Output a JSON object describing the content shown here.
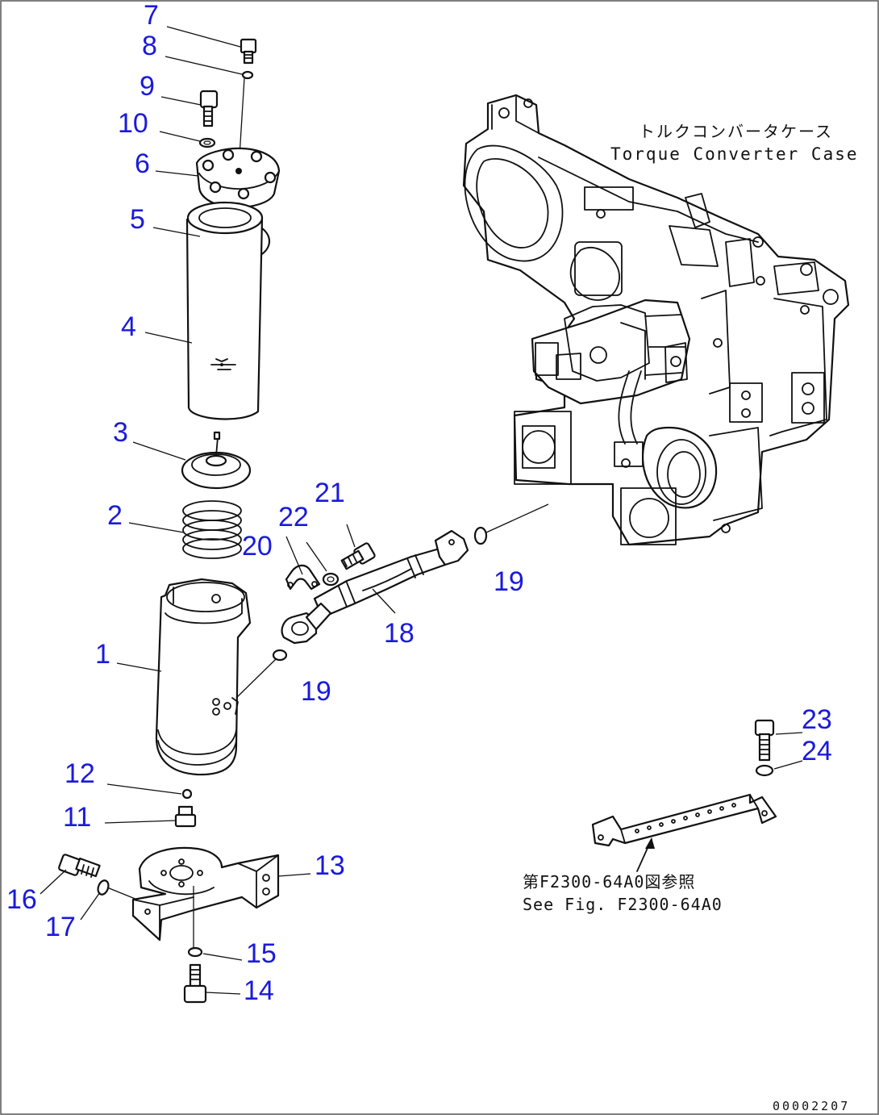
{
  "callouts": [
    {
      "label": "7"
    },
    {
      "label": "8"
    },
    {
      "label": "9"
    },
    {
      "label": "10"
    },
    {
      "label": "6"
    },
    {
      "label": "5"
    },
    {
      "label": "4"
    },
    {
      "label": "3"
    },
    {
      "label": "2"
    },
    {
      "label": "20"
    },
    {
      "label": "22"
    },
    {
      "label": "21"
    },
    {
      "label": "19"
    },
    {
      "label": "18"
    },
    {
      "label": "1"
    },
    {
      "label": "19"
    },
    {
      "label": "12"
    },
    {
      "label": "11"
    },
    {
      "label": "13"
    },
    {
      "label": "16"
    },
    {
      "label": "17"
    },
    {
      "label": "15"
    },
    {
      "label": "14"
    },
    {
      "label": "23"
    },
    {
      "label": "24"
    }
  ],
  "torque_case": {
    "label_jp": "トルクコンバータケース",
    "label_en": "Torque Converter Case"
  },
  "reference": {
    "label_jp": "第F2300-64A0図参照",
    "label_en": "See Fig. F2300-64A0"
  },
  "drawing_number": "00002207"
}
